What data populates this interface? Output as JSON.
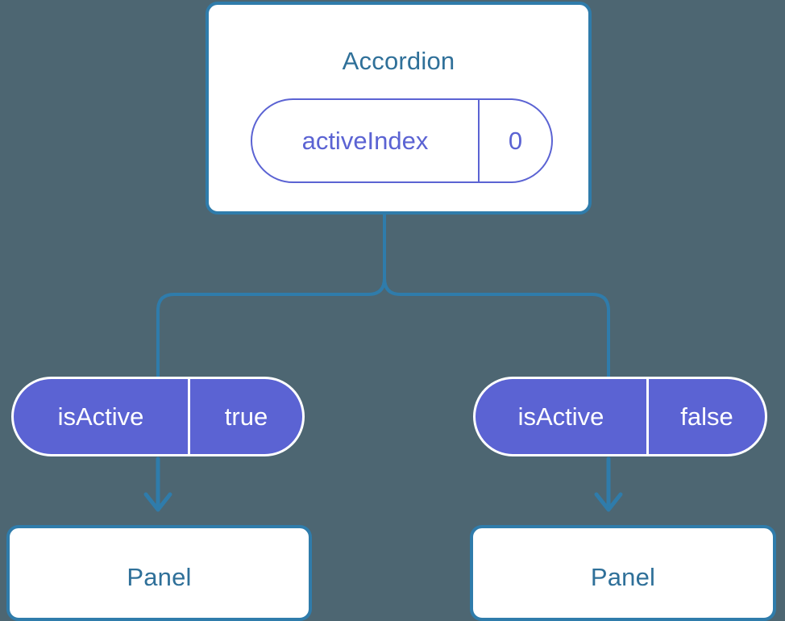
{
  "theme": {
    "background": "#4d6672",
    "card_border": "#2f7cab",
    "card_title_color": "#2f7099",
    "prop_accent": "#5b63d3",
    "wire_color": "#2f7cab",
    "surface": "#ffffff"
  },
  "diagram": {
    "type": "component-tree",
    "root": {
      "title": "Accordion",
      "prop": {
        "key": "activeIndex",
        "value": "0"
      }
    },
    "children": [
      {
        "prop": {
          "key": "isActive",
          "value": "true"
        },
        "panel": {
          "title": "Panel"
        }
      },
      {
        "prop": {
          "key": "isActive",
          "value": "false"
        },
        "panel": {
          "title": "Panel"
        }
      }
    ]
  }
}
